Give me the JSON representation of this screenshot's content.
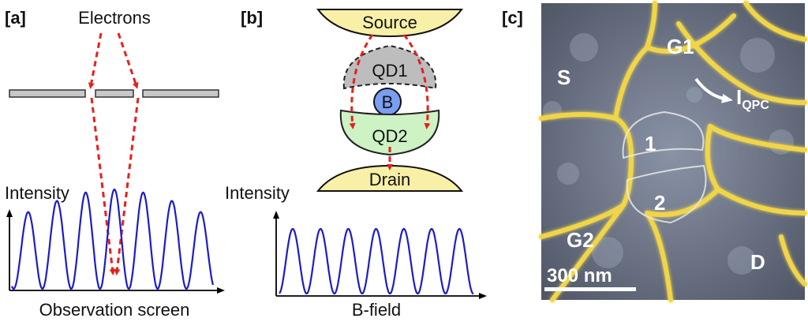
{
  "panels": {
    "a": {
      "label": "[a]",
      "electrons": "Electrons",
      "intensity": "Intensity",
      "screen": "Observation screen"
    },
    "b": {
      "label": "[b]",
      "source": "Source",
      "qd1": "QD1",
      "b": "B",
      "qd2": "QD2",
      "drain": "Drain",
      "intensity": "Intensity",
      "bfield": "B-field"
    },
    "c": {
      "label": "[c]",
      "g1": "G1",
      "s": "S",
      "iqpc_main": "I",
      "iqpc_sub": "QPC",
      "dot1": "1",
      "dot2": "2",
      "g2": "G2",
      "d": "D",
      "scalebar": "300 nm"
    }
  },
  "colors": {
    "arrow_red": "#e8201c",
    "curve_blue": "#1c1cc8",
    "lead_yellow": "#f7f0a6",
    "qd1_gray": "#bdbdbd",
    "qd2_green": "#cdf2c4",
    "b_circle": "#7a9ef0",
    "gate_gold": "#f0d54a",
    "substrate": "#6f7787"
  }
}
